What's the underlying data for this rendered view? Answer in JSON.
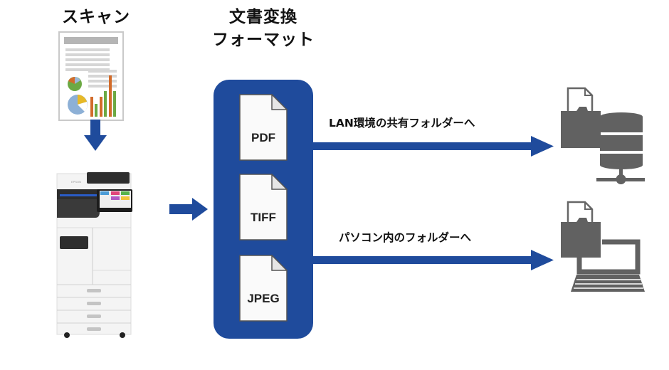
{
  "scan": {
    "title": "スキャン",
    "document_icon": "report-document-icon",
    "printer_icon": "multifunction-printer-icon",
    "printer_logo": "EPSON"
  },
  "conversion": {
    "title_line1": "文書変換",
    "title_line2": "フォーマット",
    "formats": [
      {
        "label": "PDF",
        "icon": "file-icon"
      },
      {
        "label": "TIFF",
        "icon": "file-icon"
      },
      {
        "label": "JPEG",
        "icon": "file-icon"
      }
    ]
  },
  "destinations": [
    {
      "label": "LAN環境の共有フォルダーへ",
      "icon": "network-server-folder-icon"
    },
    {
      "label": "パソコン内のフォルダーへ",
      "icon": "laptop-folder-icon"
    }
  ],
  "colors": {
    "accent_blue": "#1f4b9c",
    "icon_gray": "#616161",
    "text": "#111111"
  }
}
